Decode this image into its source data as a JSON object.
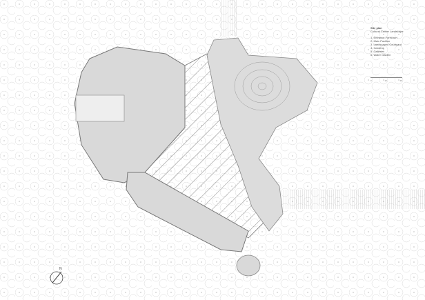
{
  "legend": {
    "title": "Site plan",
    "subtitle": "Cultural Center Landscape",
    "items": [
      "1. Entrance Forecourt",
      "2. Main Pavilion",
      "3. Landscaped Courtyard",
      "4. Gardens",
      "5. Galleries",
      "6. Water Garden"
    ]
  },
  "scale": {
    "labels": [
      "0",
      "10",
      "20"
    ]
  },
  "north_label": "N",
  "colors": {
    "fill": "#d9d9d9",
    "line": "#777777",
    "hatch": "#999999"
  }
}
